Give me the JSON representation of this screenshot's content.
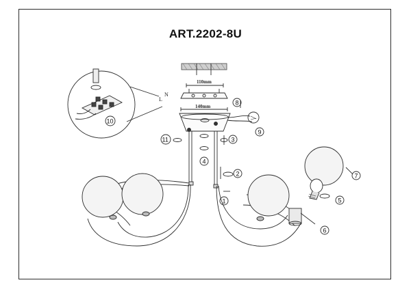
{
  "title": "ART.2202-8U",
  "dimensions": {
    "top_width": "110mm",
    "bottom_width": "140mm"
  },
  "wire_labels": {
    "l": "L",
    "n": "N"
  },
  "callouts": {
    "c1": "1",
    "c2": "2",
    "c3": "3",
    "c4": "4",
    "c5": "5",
    "c6": "6",
    "c7": "7",
    "c8": "8",
    "c9": "9",
    "c10": "10",
    "c11": "11"
  },
  "colors": {
    "line": "#2b2b2b",
    "globe_fill": "#f4f4f4",
    "ceiling_hatch": "#555555"
  }
}
